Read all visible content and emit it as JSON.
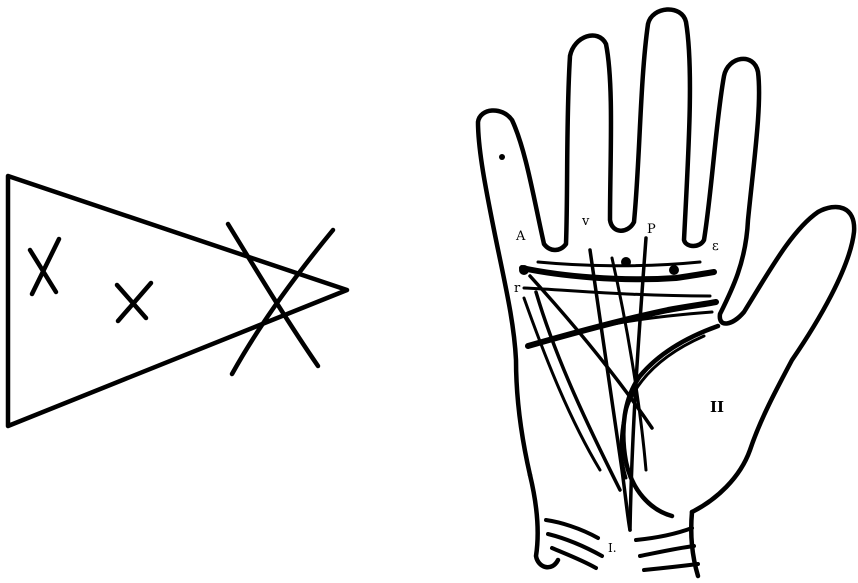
{
  "figure": {
    "ink_color": "#000000",
    "background_color": "#ffffff",
    "left_diagram": {
      "cross_marks": [
        "X",
        "X"
      ]
    },
    "right_diagram": {
      "hand_labels": [
        {
          "key": "a",
          "text": "A"
        },
        {
          "key": "v",
          "text": "v"
        },
        {
          "key": "p",
          "text": "P"
        },
        {
          "key": "e",
          "text": "ε"
        },
        {
          "key": "r",
          "text": "r"
        },
        {
          "key": "ii",
          "text": "II"
        },
        {
          "key": "i",
          "text": "I."
        }
      ]
    }
  }
}
